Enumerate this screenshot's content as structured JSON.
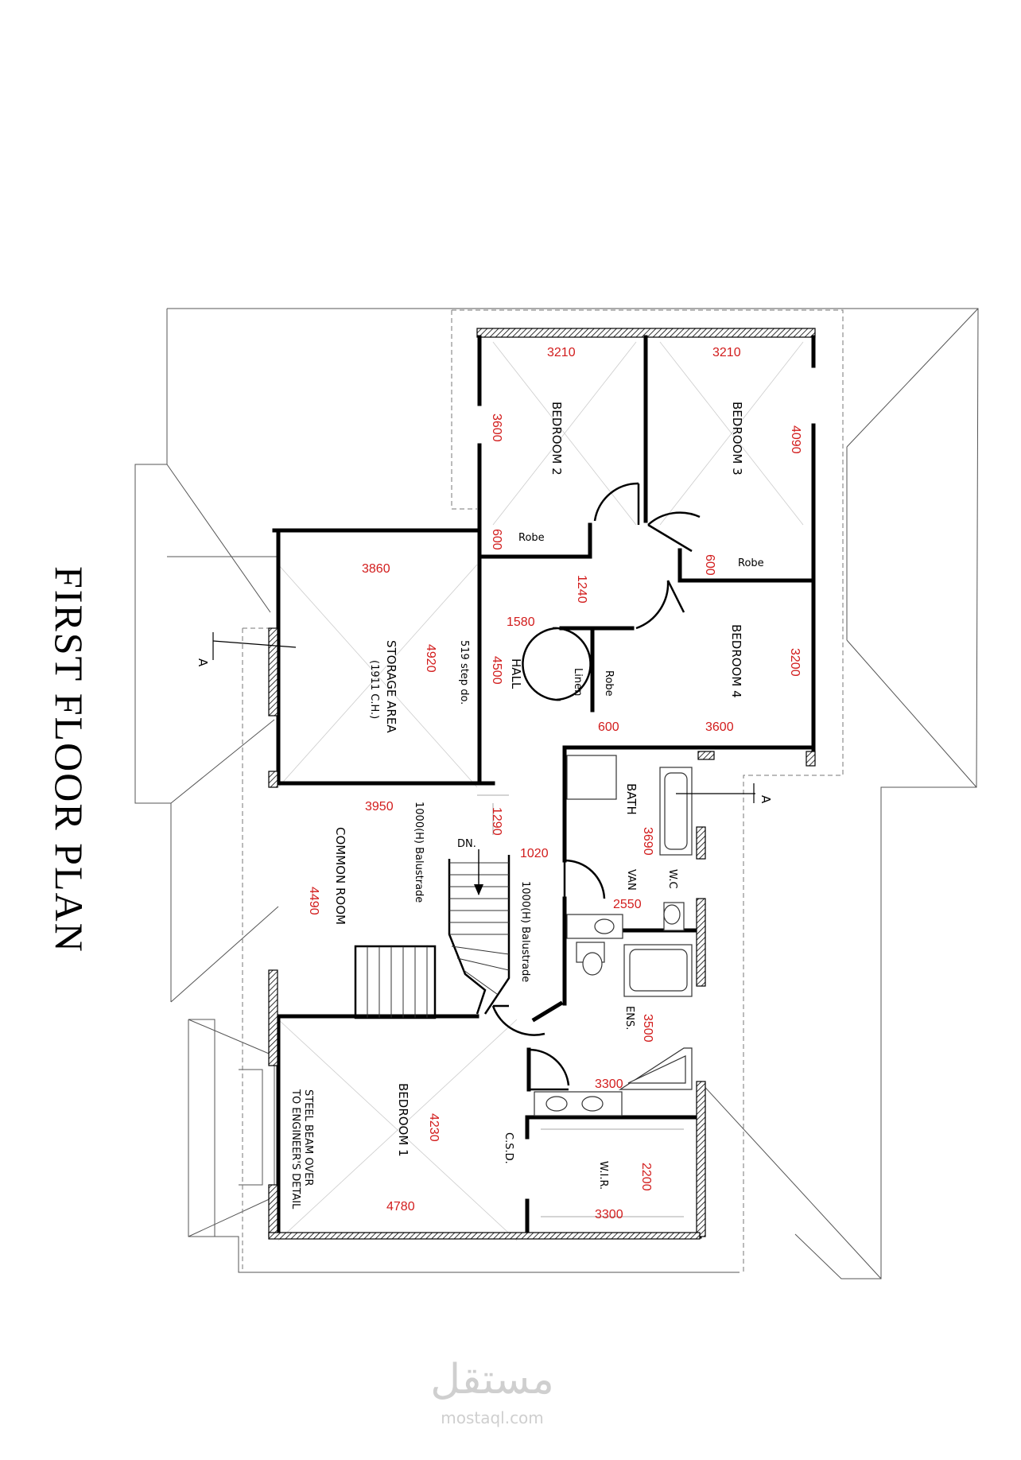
{
  "title": "FIRST FLOOR PLAN",
  "section_marker": "A",
  "rooms": {
    "bedroom2": "BEDROOM 2",
    "bedroom3": "BEDROOM 3",
    "bedroom4": "BEDROOM 4",
    "storage": "STORAGE AREA",
    "storage_sub": "(1911 C.H.)",
    "hall": "HALL",
    "step": "519 step do.",
    "common": "COMMON ROOM",
    "bath": "BATH",
    "wc": "W.C",
    "van": "VAN",
    "ens": "ENS.",
    "bedroom1": "BEDROOM 1",
    "csd": "C.S.D.",
    "wir": "W.I.R.",
    "robe": "Robe",
    "linen": "Linen",
    "dn": "DN.",
    "balustrade": "1000(H) Balustrade",
    "steel_beam_1": "STEEL BEAM OVER",
    "steel_beam_2": "TO ENGINEER'S DETAIL"
  },
  "dimensions": {
    "b2_width": "3210",
    "b3_width": "3210",
    "b2_depth": "3600",
    "b3_depth": "4090",
    "robe2": "600",
    "robe3": "600",
    "hall_a": "1240",
    "hall_b": "1580",
    "storage_w": "3860",
    "storage_d": "4920",
    "hall_len": "4500",
    "b4_d": "3200",
    "b4_w": "3600",
    "robe4": "600",
    "common_w": "3950",
    "common_d": "4490",
    "landing_a": "1290",
    "landing_b": "1020",
    "bath_l": "3690",
    "bath_w": "2550",
    "ens_l": "3500",
    "ens_w": "3300",
    "b1_d": "4230",
    "b1_w": "4780",
    "wir_d": "2200",
    "wir_w": "3300"
  },
  "watermark": {
    "arabic": "مستقل",
    "latin": "mostaql.com"
  }
}
